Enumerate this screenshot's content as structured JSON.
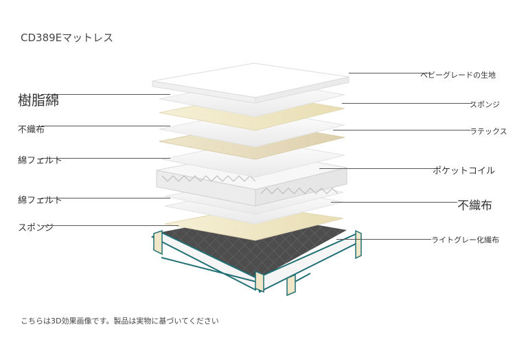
{
  "title": "CD389Eマットレス",
  "note": "こちらは3D効果画像です。製品は実物に基づいてください",
  "labels_left": [
    "樹脂綿",
    "不織布",
    "綿フェルト",
    "綿フェルト",
    "スポンジ"
  ],
  "labels_right": [
    "ベビーグレードの生地",
    "スポンジ",
    "ラテックス",
    "ポケットコイル",
    "不織布",
    "ライトグレー化繊布"
  ],
  "colors": {
    "white_layer": "#f4f4f4",
    "cream_layer": "#efe7c8",
    "latex_layer": "#e8dcc0",
    "teal_edge": "#1f6f74",
    "dark_base": "#4a4a4a"
  }
}
